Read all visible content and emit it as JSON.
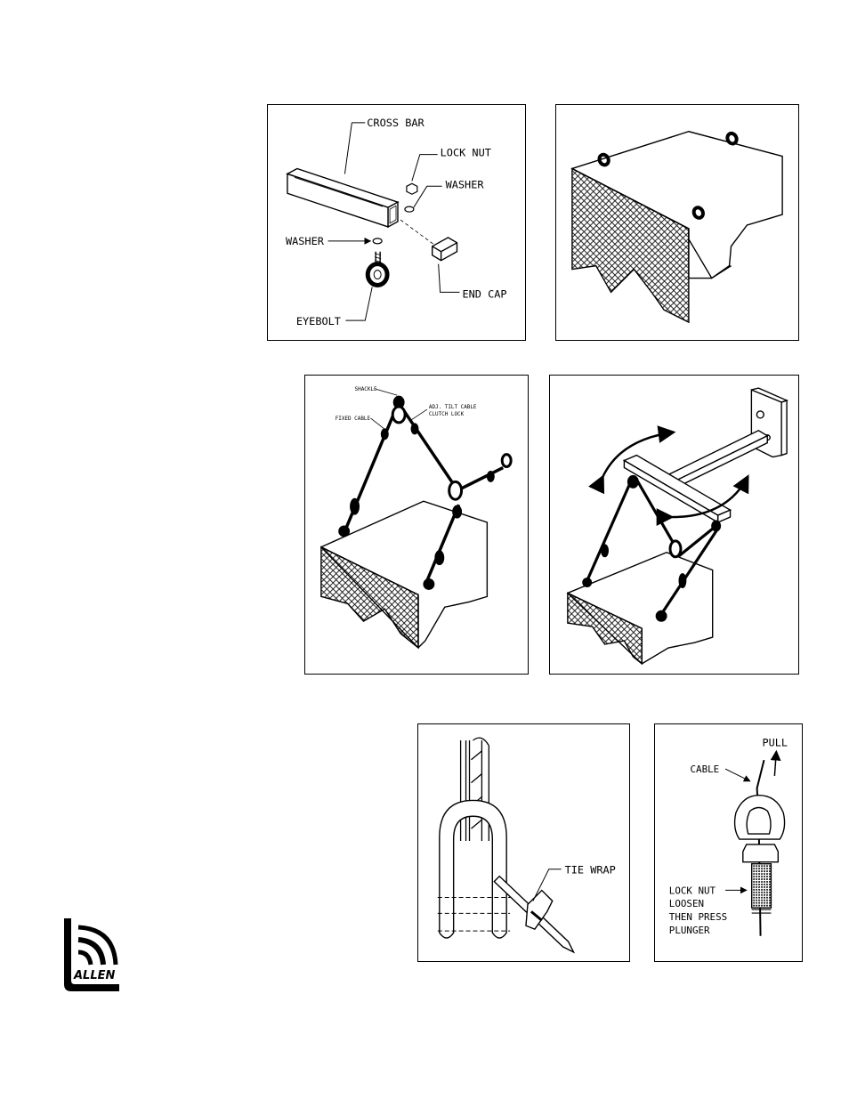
{
  "figure1": {
    "labels": {
      "cross_bar": "CROSS BAR",
      "lock_nut": "LOCK NUT",
      "washer_top": "WASHER",
      "washer_left": "WASHER",
      "end_cap": "END CAP",
      "eyebolt": "EYEBOLT"
    }
  },
  "figure3": {
    "labels": {
      "shackle": "SHACKLE",
      "fixed_cable": "FIXED CABLE",
      "adj_tilt_line1": "ADJ. TILT CABLE",
      "adj_tilt_line2": "CLUTCH LOCK"
    }
  },
  "figure5": {
    "labels": {
      "tie_wrap": "TIE WRAP"
    }
  },
  "figure6": {
    "labels": {
      "pull": "PULL",
      "cable": "CABLE",
      "lock_nut": "LOCK NUT",
      "loosen": "LOOSEN",
      "then_press": "THEN PRESS",
      "plunger": "PLUNGER"
    }
  },
  "logo": {
    "text": "ALLEN"
  }
}
